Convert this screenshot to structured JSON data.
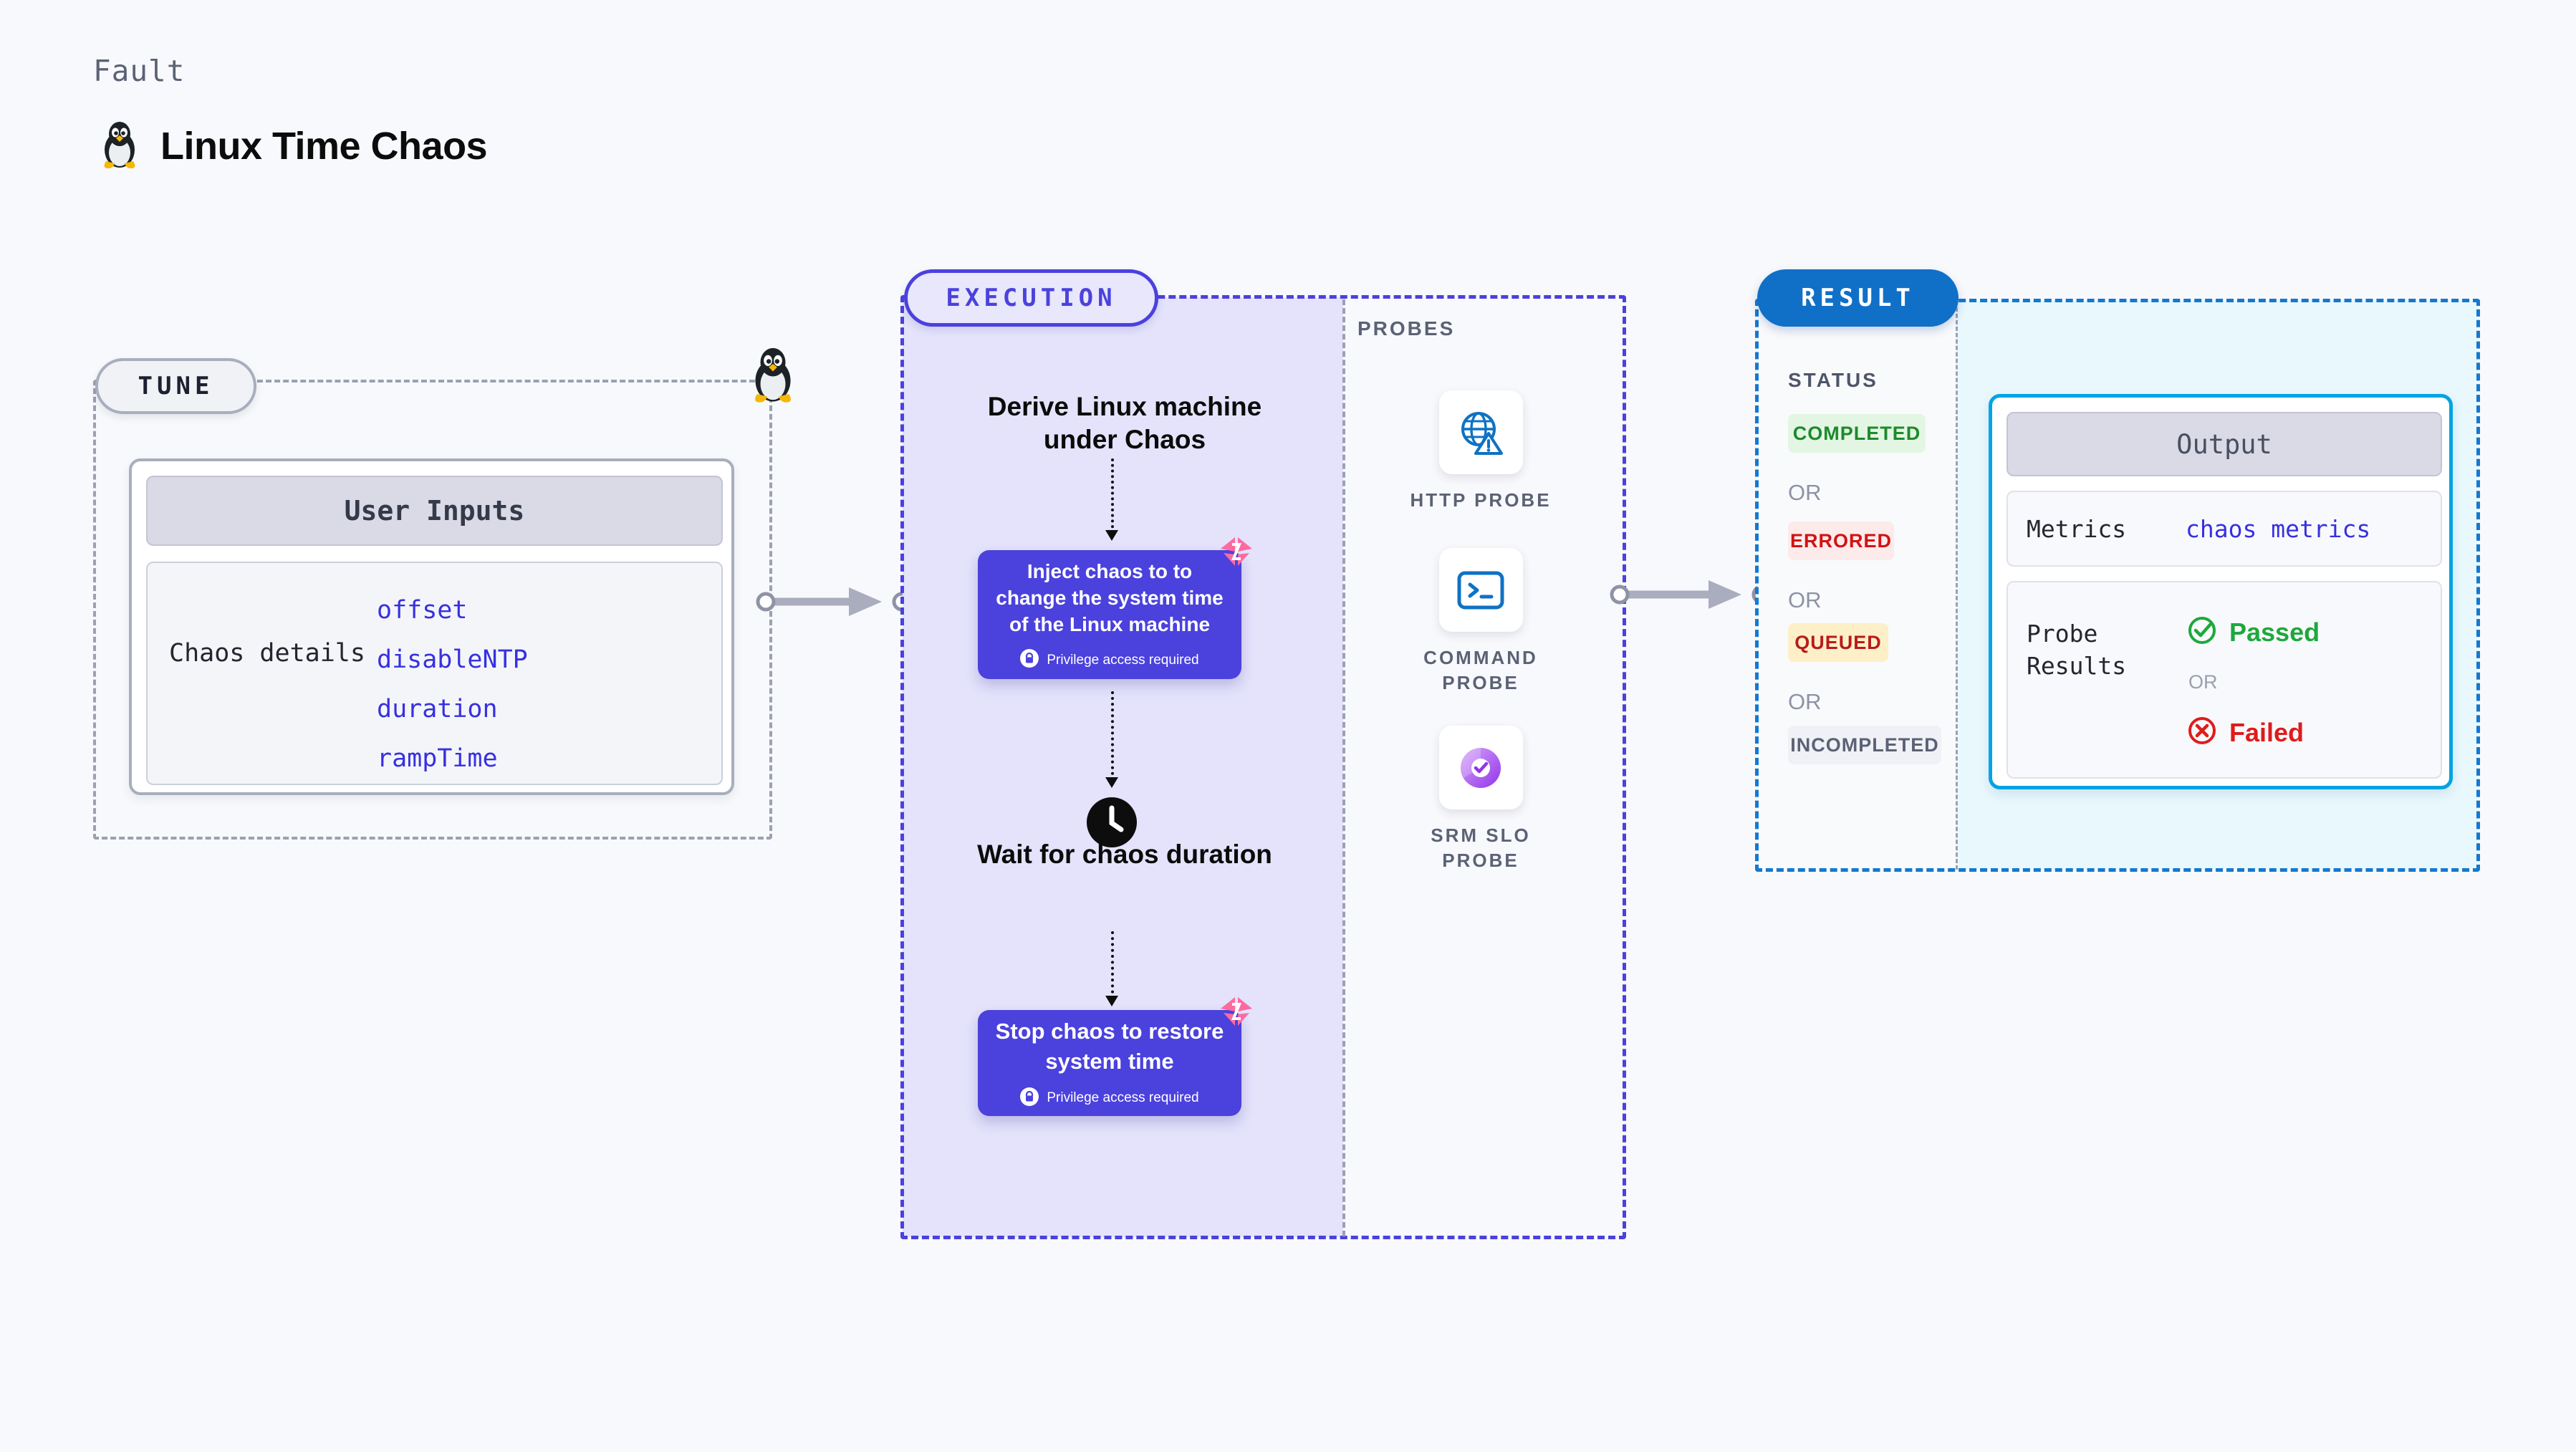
{
  "header": {
    "kicker": "Fault",
    "title": "Linux Time Chaos",
    "icon": "linux-tux-penguin-icon"
  },
  "colors": {
    "page_background": "#f8f9fc",
    "execution_accent": "#4b41dd",
    "execution_fill": "#e4e3fb",
    "result_accent": "#1070c8",
    "result_fill": "#e9f8fd",
    "output_border": "#00a4e4",
    "tune_accent": "#9aa1b0",
    "param_text": "#3730e0",
    "corner_badge": "#fb6ba0",
    "passed_green": "#1ea83c",
    "failed_red": "#e01b1b"
  },
  "tune": {
    "pill_label": "TUNE",
    "card_title": "User Inputs",
    "details_label": "Chaos details",
    "params": [
      "offset",
      "disableNTP",
      "duration",
      "rampTime"
    ]
  },
  "execution": {
    "pill_label": "EXECUTION",
    "step_title": "Derive Linux machine under Chaos",
    "inject_block": {
      "text": "Inject chaos to to change the system time of the Linux machine",
      "privilege_note": "Privilege access required"
    },
    "wait_label": "Wait for chaos duration",
    "stop_block": {
      "text": "Stop chaos to restore system time",
      "privilege_note": "Privilege access required"
    }
  },
  "probes": {
    "section_label": "PROBES",
    "items": [
      {
        "label": "HTTP PROBE",
        "icon": "globe-warning-icon"
      },
      {
        "label": "COMMAND PROBE",
        "icon": "terminal-prompt-icon"
      },
      {
        "label": "SRM SLO PROBE",
        "icon": "srm-slo-donut-check-icon"
      }
    ]
  },
  "result": {
    "pill_label": "RESULT",
    "status_label": "STATUS",
    "or_label": "OR",
    "statuses": [
      {
        "label": "COMPLETED",
        "color": "#1d8a2b",
        "background": "#e3f6e4"
      },
      {
        "label": "ERRORED",
        "color": "#cf1414",
        "background": "#fdeaea"
      },
      {
        "label": "QUEUED",
        "color": "#b81b1b",
        "background": "#fdf0c8"
      },
      {
        "label": "INCOMPLETED",
        "color": "#5b6275",
        "background": "#f0f1f6"
      }
    ],
    "output": {
      "title": "Output",
      "metrics_label": "Metrics",
      "metrics_value": "chaos metrics",
      "probe_results_label": "Probe Results",
      "or_label": "OR",
      "passed_label": "Passed",
      "failed_label": "Failed"
    }
  }
}
